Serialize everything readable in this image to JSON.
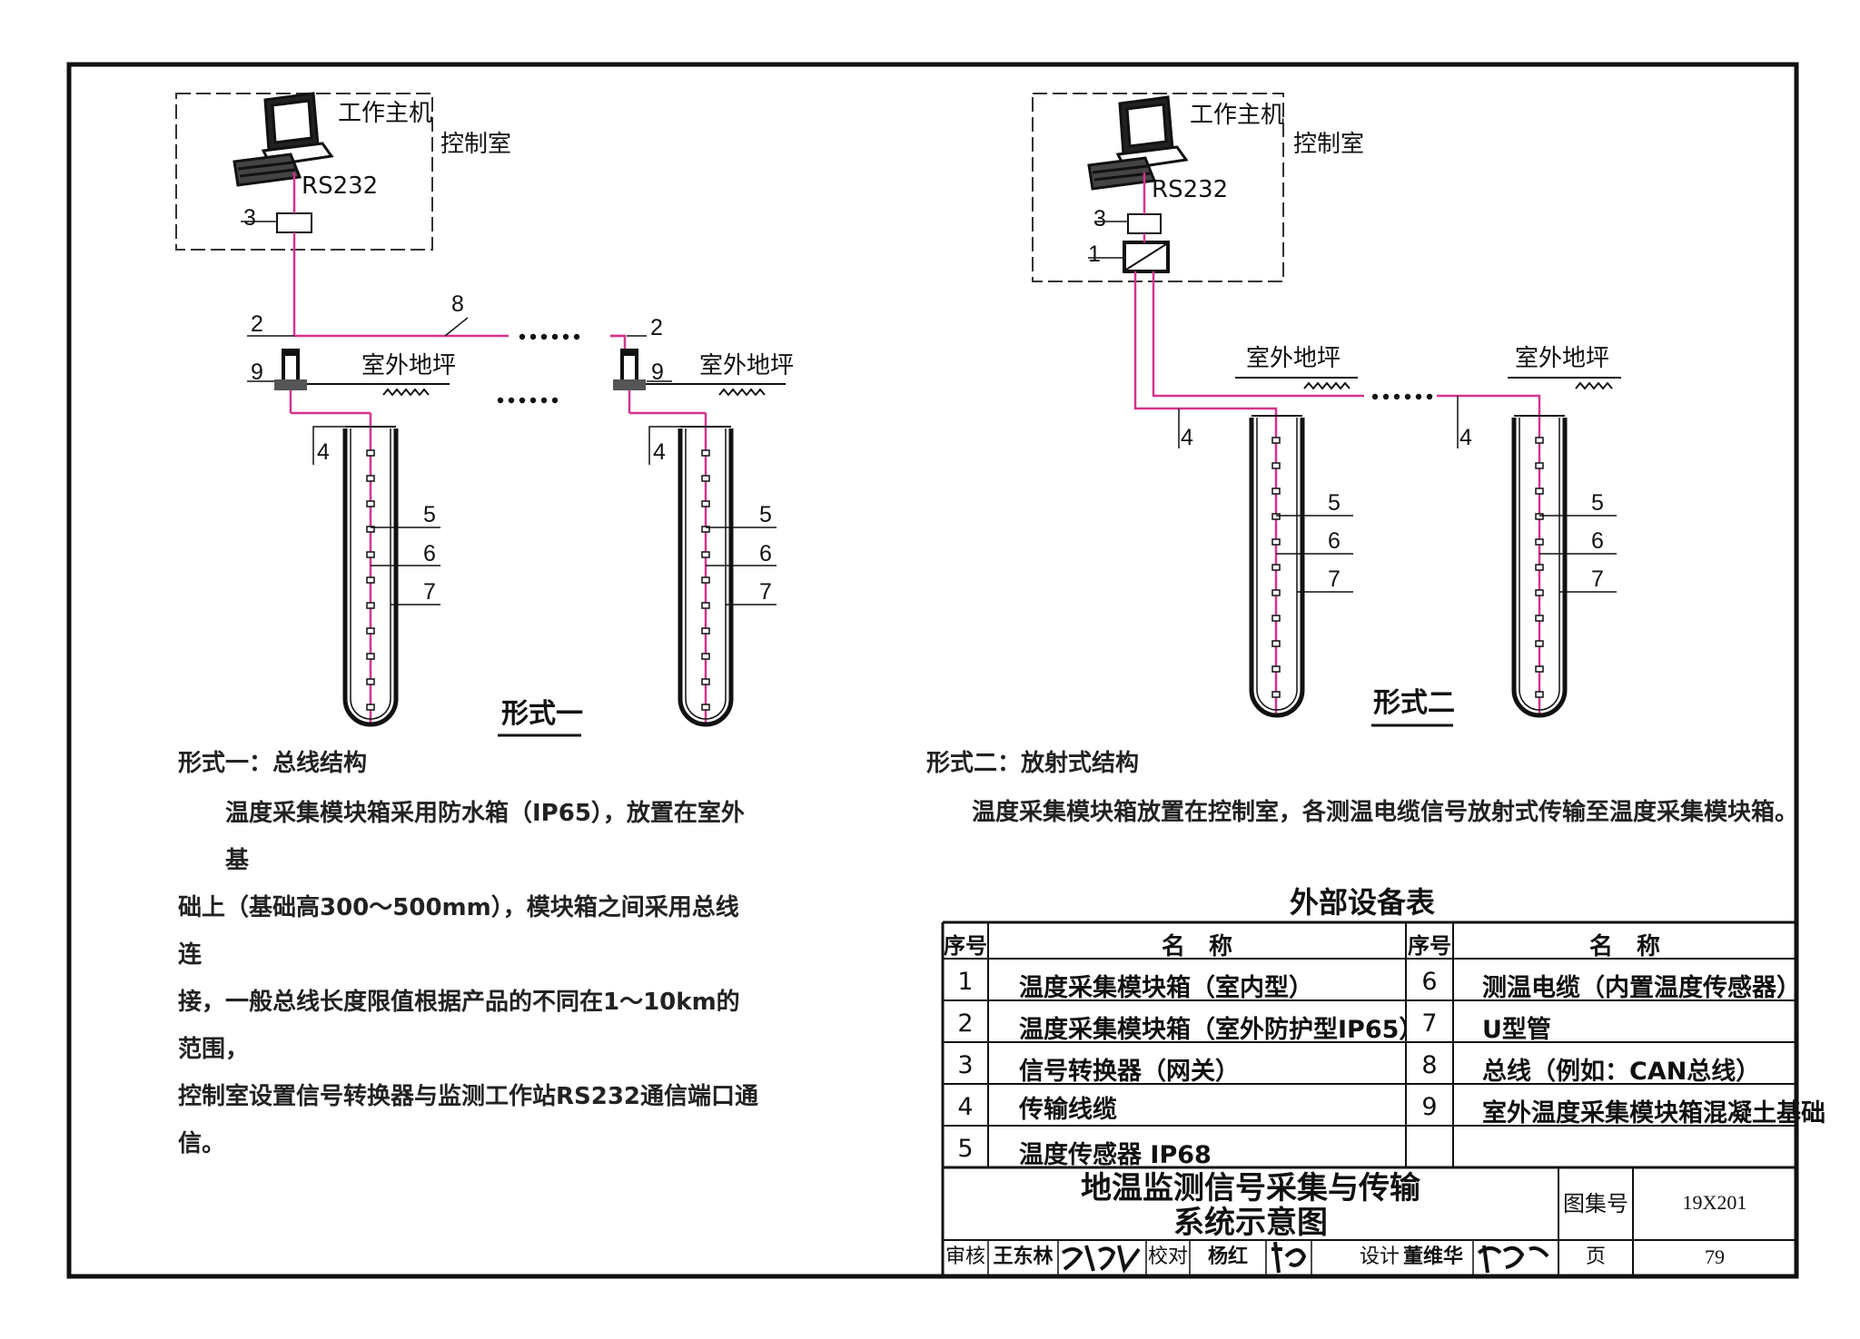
{
  "form1": {
    "host_label": "工作主机",
    "room_label": "控制室",
    "rs232_label": "RS232",
    "ground_label": "室外地坪",
    "callouts": [
      "3",
      "2",
      "8",
      "2",
      "9",
      "9",
      "4",
      "4",
      "5",
      "6",
      "7",
      "5",
      "6",
      "7"
    ],
    "dots": "••••••",
    "caption": "形式一",
    "heading": "形式一：总线结构",
    "desc_lines": [
      "温度采集模块箱采用防水箱（IP65），放置在室外基",
      "础上（基础高300～500mm），模块箱之间采用总线连",
      "接，一般总线长度限值根据产品的不同在1～10km的范围，",
      "控制室设置信号转换器与监测工作站RS232通信端口通信。"
    ]
  },
  "form2": {
    "host_label": "工作主机",
    "room_label": "控制室",
    "rs232_label": "RS232",
    "ground_label": "室外地坪",
    "callouts": [
      "3",
      "1",
      "4",
      "4",
      "5",
      "6",
      "7",
      "5",
      "6",
      "7"
    ],
    "dots": "••••••",
    "caption": "形式二",
    "heading": "形式二：放射式结构",
    "desc": "温度采集模块箱放置在控制室，各测温电缆信号放射式传输至温度采集模块箱。"
  },
  "equip_table": {
    "title": "外部设备表",
    "col_no": "序号",
    "col_name": "名　称",
    "rows": [
      {
        "no": "1",
        "name": "温度采集模块箱（室内型）",
        "no2": "6",
        "name2": "测温电缆（内置温度传感器）"
      },
      {
        "no": "2",
        "name": "温度采集模块箱（室外防护型IP65）",
        "no2": "7",
        "name2": "U型管"
      },
      {
        "no": "3",
        "name": "信号转换器（网关）",
        "no2": "8",
        "name2": "总线（例如：CAN总线）"
      },
      {
        "no": "4",
        "name": "传输线缆",
        "no2": "9",
        "name2": "室外温度采集模块箱混凝土基础"
      },
      {
        "no": "5",
        "name": "温度传感器 IP68",
        "no2": "",
        "name2": ""
      }
    ]
  },
  "title_block": {
    "title_line1": "地温监测信号采集与传输",
    "title_line2": "系统示意图",
    "atlas_label": "图集号",
    "atlas_no": "19X201",
    "page_label": "页",
    "page_no": "79",
    "review_label": "审核",
    "reviewer": "王东林",
    "check_label": "校对",
    "checker": "杨红",
    "design_label": "设计",
    "designer": "董维华"
  },
  "colors": {
    "wire": "#d6338f",
    "ink": "#111111"
  }
}
